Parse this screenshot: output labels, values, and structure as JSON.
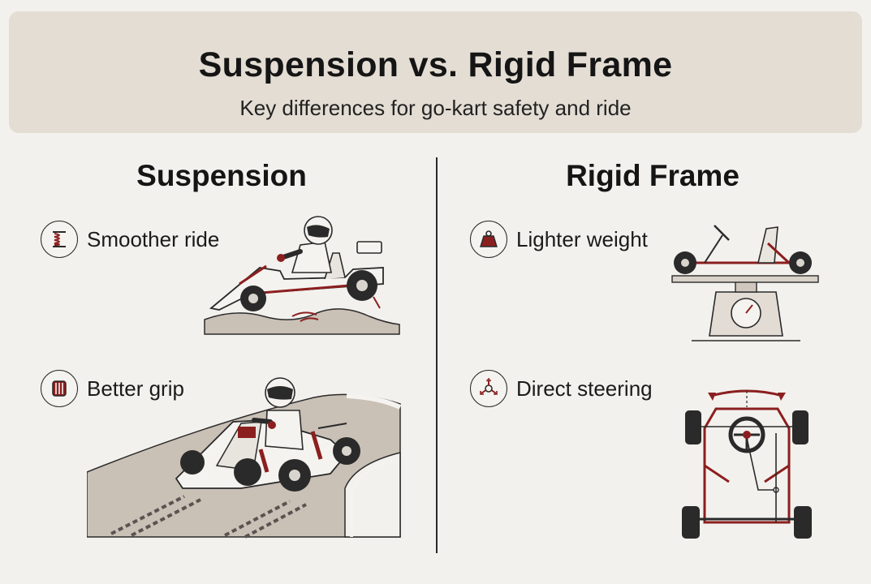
{
  "header": {
    "title": "Suspension vs. Rigid Frame",
    "subtitle": "Key differences for go-kart safety and ride"
  },
  "columns": [
    {
      "heading": "Suspension",
      "features": [
        {
          "label": "Smoother ride",
          "icon": "coil-spring-icon"
        },
        {
          "label": "Better grip",
          "icon": "tire-tread-icon"
        }
      ]
    },
    {
      "heading": "Rigid Frame",
      "features": [
        {
          "label": "Lighter weight",
          "icon": "weight-icon"
        },
        {
          "label": "Direct steering",
          "icon": "steering-arrows-icon"
        }
      ]
    }
  ],
  "colors": {
    "accent": "#8b1f1f",
    "header_bg": "#e4ddd4",
    "page_bg": "#f3f1ed",
    "ink": "#151515"
  }
}
